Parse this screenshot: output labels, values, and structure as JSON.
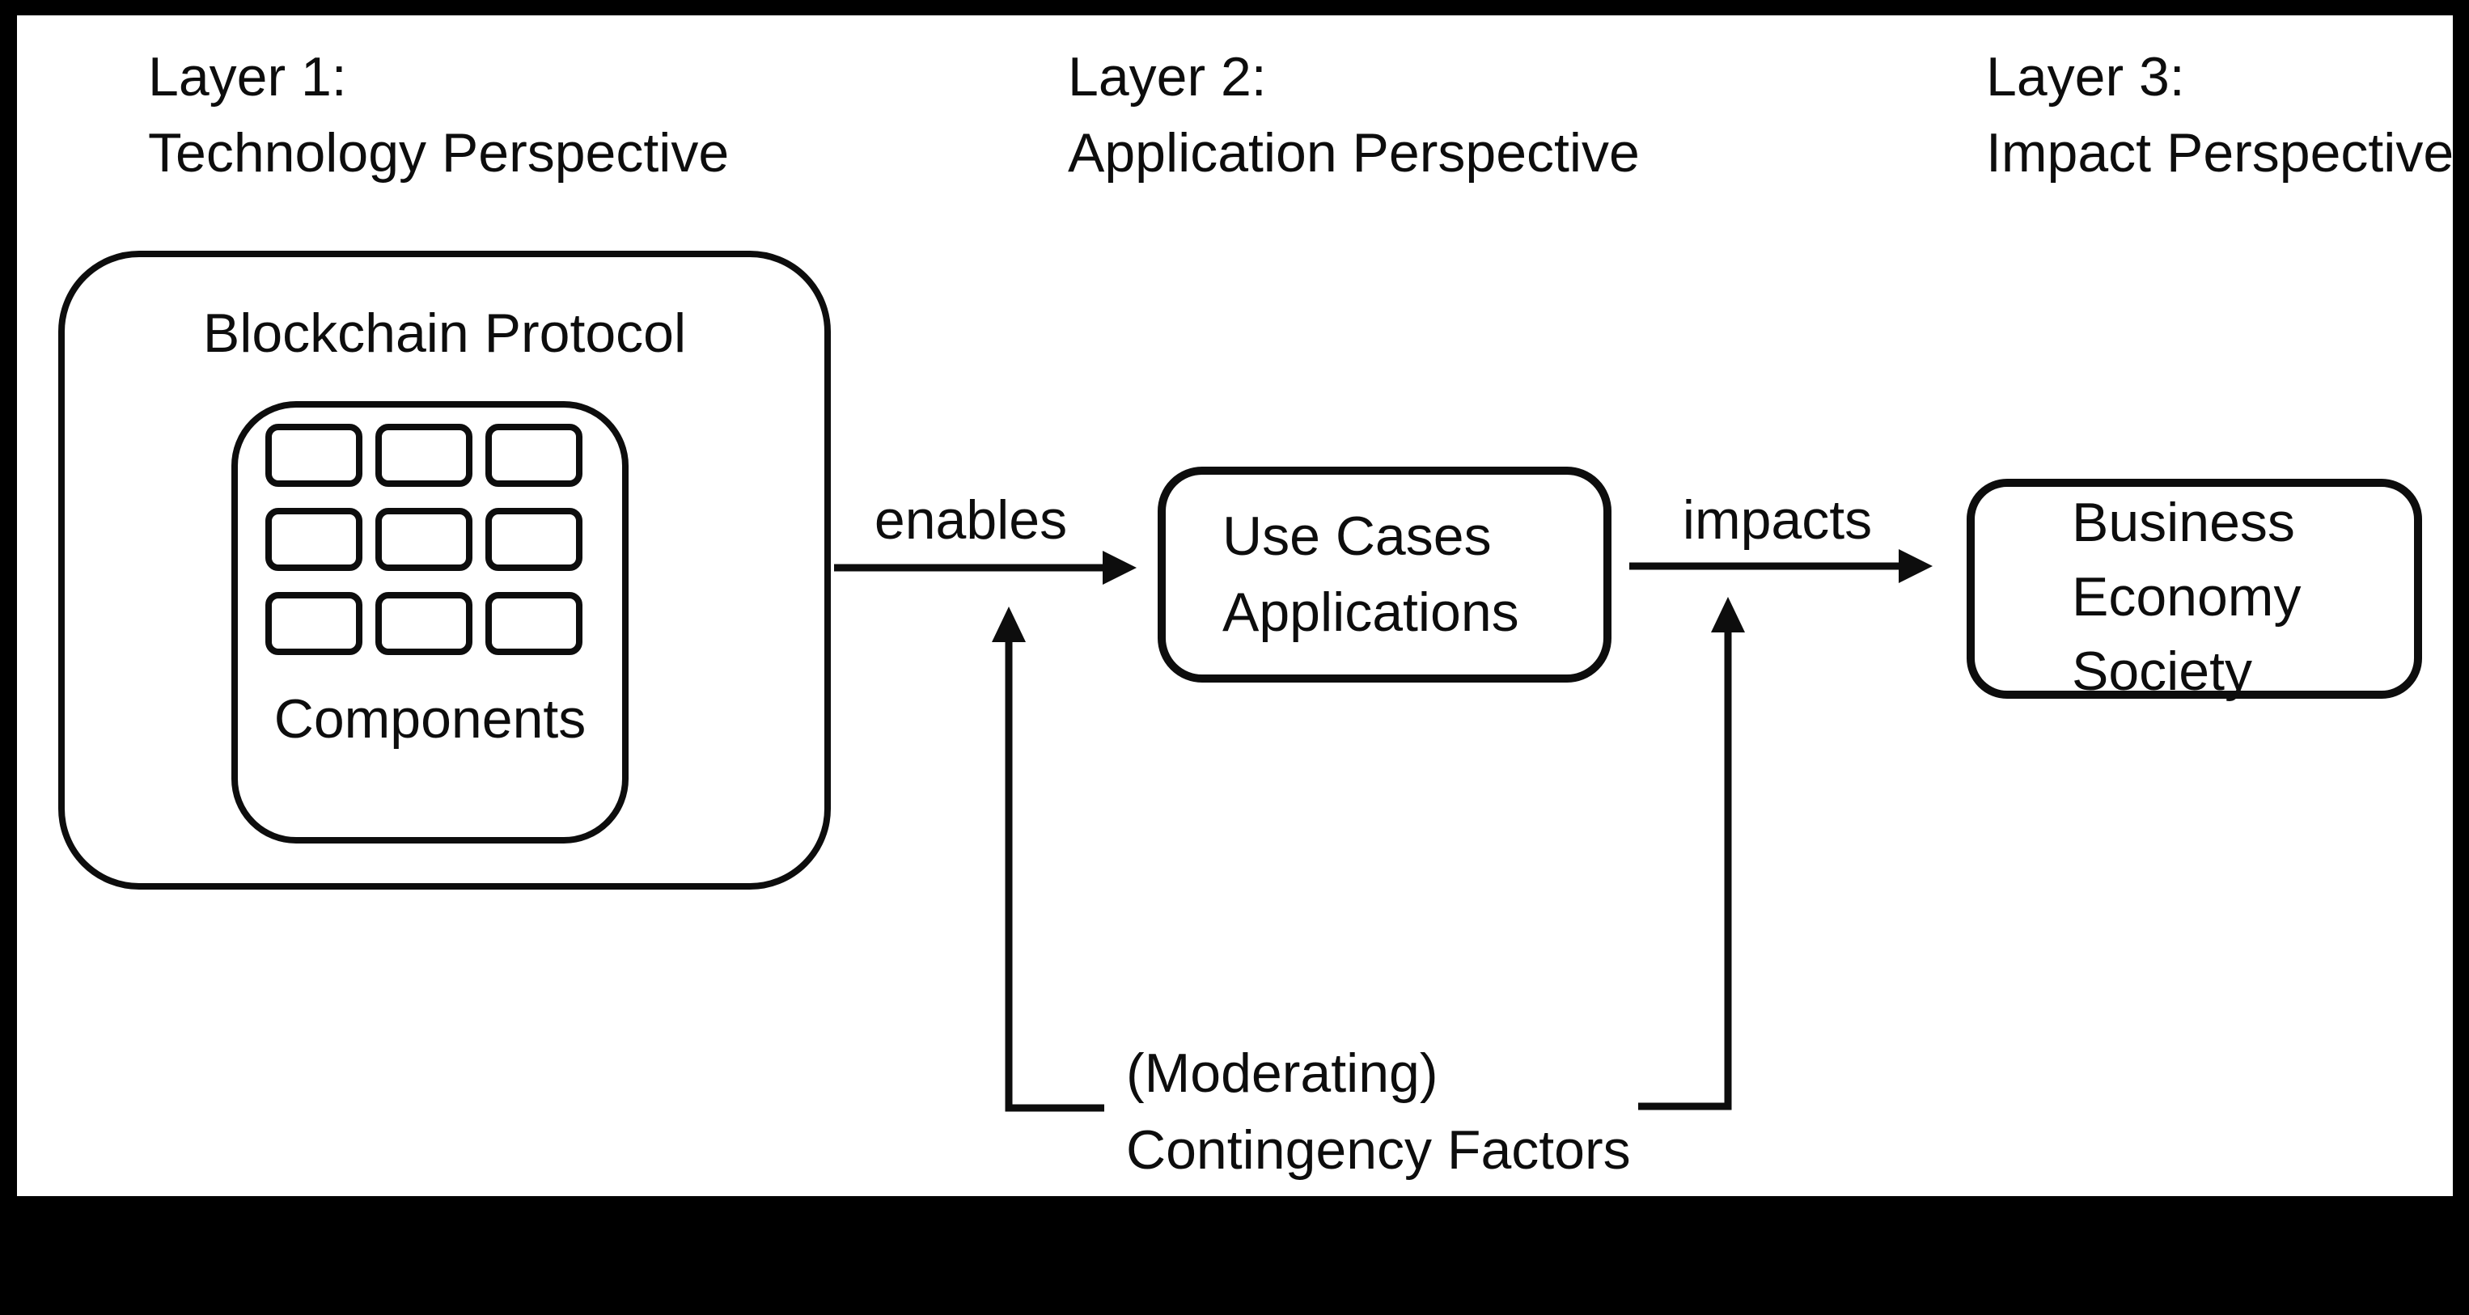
{
  "frame": {
    "background": "#000000",
    "surface": "#ffffff",
    "ink": "#0d0d0d"
  },
  "headers": {
    "layer1": {
      "line1": "Layer 1:",
      "line2": "Technology Perspective"
    },
    "layer2": {
      "line1": "Layer 2:",
      "line2": "Application Perspective"
    },
    "layer3": {
      "line1": "Layer 3:",
      "line2": "Impact Perspective"
    }
  },
  "technology": {
    "title": "Blockchain Protocol",
    "components_label": "Components",
    "component_grid": {
      "rows": 3,
      "cols": 3
    }
  },
  "application": {
    "line1": "Use Cases",
    "line2": "Applications"
  },
  "impact": {
    "line1": "Business",
    "line2": "Economy",
    "line3": "Society"
  },
  "relations": {
    "enables": "enables",
    "impacts": "impacts"
  },
  "moderator": {
    "line1": "(Moderating)",
    "line2": "Contingency Factors"
  }
}
